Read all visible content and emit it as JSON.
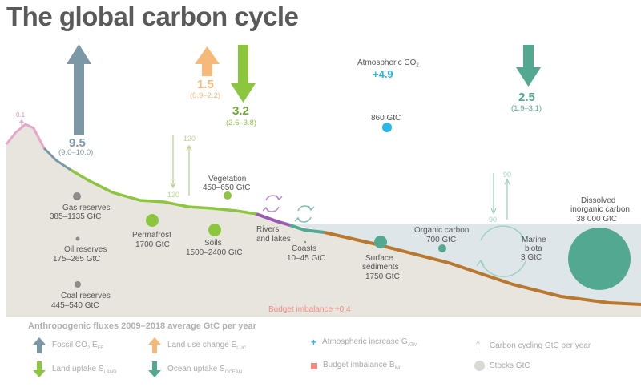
{
  "title": "The global carbon cycle",
  "colors": {
    "fossil": "#7c98a6",
    "land_use": "#f6b97a",
    "land_uptake": "#8cc63f",
    "ocean_uptake": "#53a891",
    "atmosphere": "#29b6e8",
    "imbalance": "#f08a80",
    "stock": "#d9d9d6",
    "land": "#e8e5df",
    "ocean": "#dfe6e9",
    "sediment": "#b9782f",
    "rivers": "#9b59b6"
  },
  "fluxes": {
    "fossil": {
      "value": "9.5",
      "range": "(9.0–10.0)"
    },
    "land_use": {
      "value": "1.5",
      "range": "(0.9–2.2)"
    },
    "land_uptake": {
      "value": "3.2",
      "range": "(2.6–3.8)"
    },
    "ocean_uptake": {
      "value": "2.5",
      "range": "(1.9–3.1)"
    },
    "atmosphere": {
      "label": "Atmospheric CO",
      "label_sub": "2",
      "value": "+4.9",
      "stock": "860 GtC"
    },
    "volcanic": {
      "value": "0.1"
    },
    "land_cycling_down": "120",
    "land_cycling_up": "120",
    "ocean_cycling_down": "90",
    "ocean_cycling_up": "90",
    "imbalance": "Budget imbalance +0.4"
  },
  "stocks": {
    "gas": {
      "name": "Gas reserves",
      "value": "385–1135 GtC"
    },
    "oil": {
      "name": "Oil reserves",
      "value": "175–265 GtC"
    },
    "coal": {
      "name": "Coal reserves",
      "value": "445–540 GtC"
    },
    "permafrost": {
      "name": "Permafrost",
      "value": "1700 GtC"
    },
    "soils": {
      "name": "Soils",
      "value": "1500–2400 GtC"
    },
    "vegetation": {
      "name": "Vegetation",
      "value": "450–650 GtC"
    },
    "rivers": {
      "name_line1": "Rivers",
      "name_line2": "and lakes"
    },
    "coasts": {
      "name": "Coasts",
      "value": "10–45 GtC"
    },
    "sediments": {
      "name": "Surface",
      "name_line2": "sediments",
      "value": "1750 GtC"
    },
    "organic": {
      "name": "Organic carbon",
      "value": "700 GtC"
    },
    "marine": {
      "name": "Marine",
      "name_line2": "biota",
      "value": "3 GtC"
    },
    "dissolved": {
      "name": "Dissolved",
      "name_line2": "inorganic carbon",
      "value": "38 000 GtC"
    }
  },
  "legend": {
    "title": "Anthropogenic fluxes 2009–2018 average GtC per year",
    "fossil": {
      "label": "Fossil CO",
      "sub1": "2",
      "mid": " E",
      "sub2": "FF"
    },
    "land_use": {
      "label": "Land use change E",
      "sub": "LUC"
    },
    "atm": {
      "label": "Atmospheric increase G",
      "sub": "ATM",
      "icon": "+"
    },
    "cycling": {
      "label": "Carbon cycling GtC per year"
    },
    "land_uptake": {
      "label": "Land uptake S",
      "sub": "LAND"
    },
    "ocean_uptake": {
      "label": "Ocean uptake S",
      "sub": "OCEAN"
    },
    "imbalance": {
      "label": "Budget imbalance B",
      "sub": "IM"
    },
    "stocks": {
      "label": "Stocks GtC"
    }
  }
}
